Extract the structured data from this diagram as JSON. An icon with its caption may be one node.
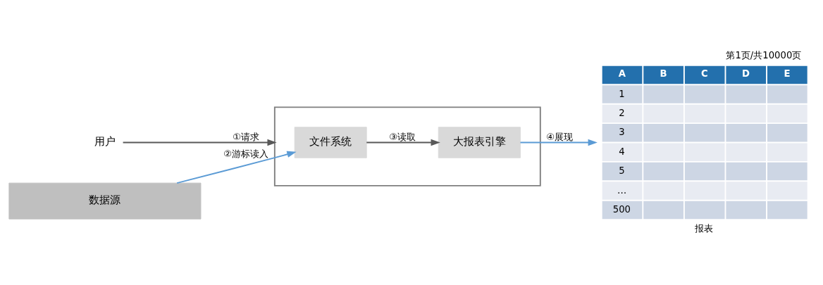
{
  "diagram": {
    "nodes": [
      {
        "text": [
          "用户"
        ]
      },
      {
        "text": [],
        "shape": "box"
      },
      {
        "text": [
          "文件系统"
        ],
        "in": 1
      },
      {
        "text": [
          "大报表引擎"
        ],
        "in": 1
      },
      {
        "text": [
          "数据源"
        ]
      },
      {
        "text": [
          "A",
          "B",
          "C",
          "D",
          "E",
          "1",
          "2",
          "3",
          "4",
          "5",
          "…",
          "500"
        ],
        "beside": [
          "第1页/共10000页",
          "报表"
        ]
      }
    ],
    "edges": [
      {
        "from": 0,
        "to": 1,
        "label": "①请求",
        "arrow": "to",
        "color": "#595959"
      },
      {
        "from": 4,
        "to": 2,
        "label": "②游标读入",
        "arrow": "to",
        "color": "#5b9bd5"
      },
      {
        "from": 2,
        "to": 3,
        "label": "③读取",
        "arrow": "to",
        "color": "#595959"
      },
      {
        "from": 3,
        "to": 5,
        "label": "④展现",
        "arrow": "to",
        "color": "#5b9bd5"
      }
    ]
  }
}
